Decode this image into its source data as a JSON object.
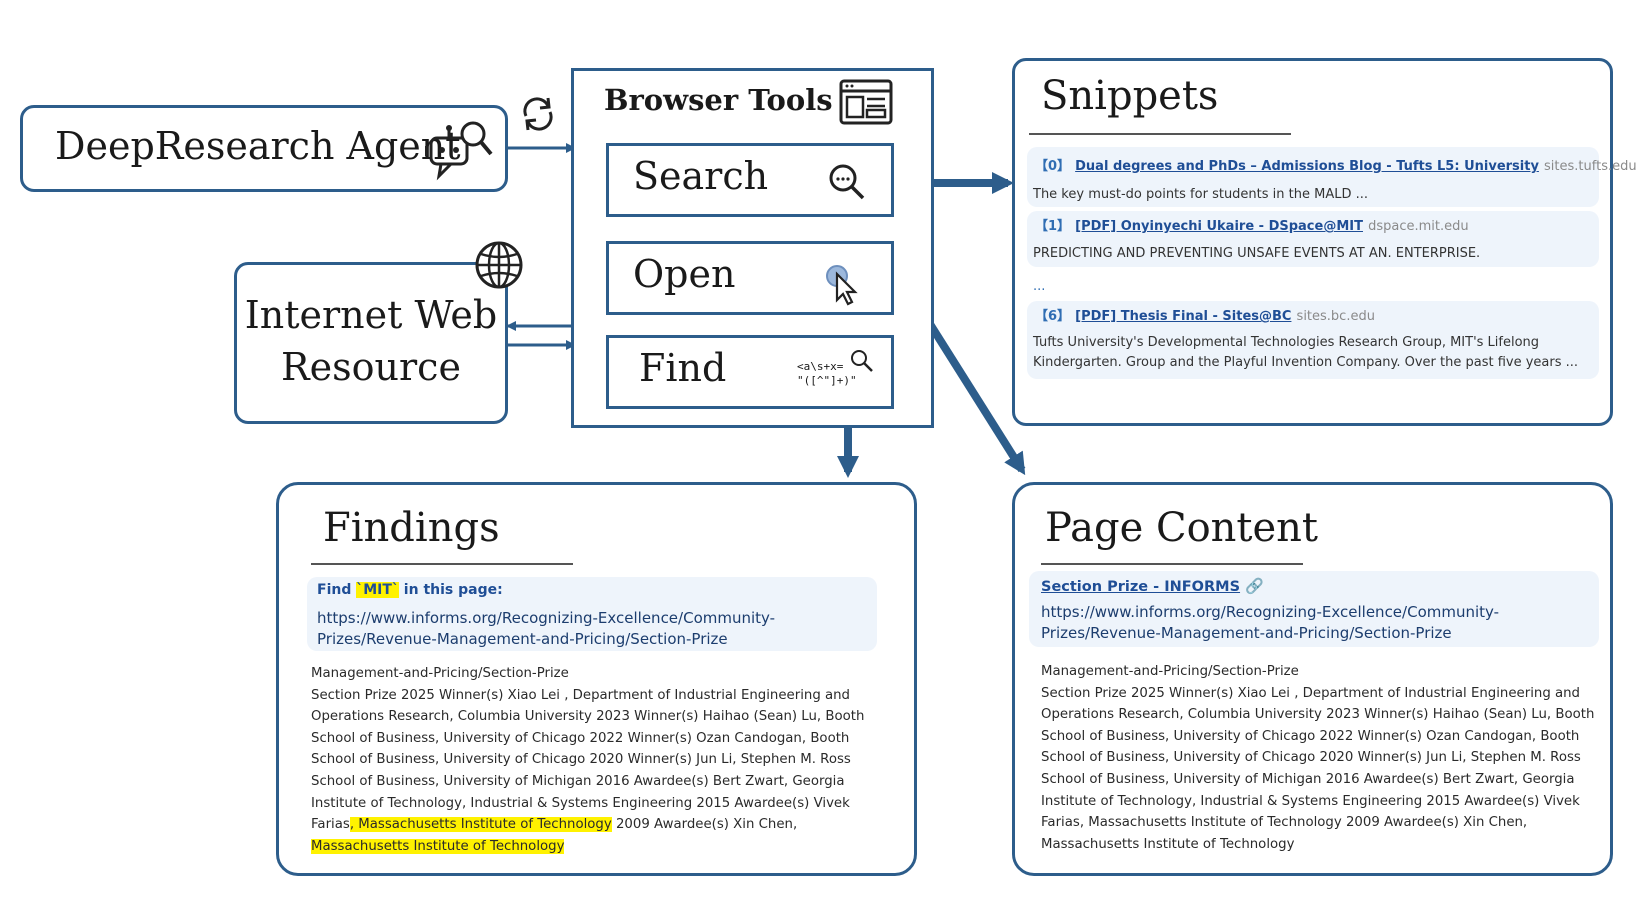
{
  "agent": {
    "label": "DeepResearch Agent"
  },
  "internet": {
    "label_line1": "Internet Web",
    "label_line2": "Resource"
  },
  "browser_tools": {
    "title": "Browser Tools",
    "search": {
      "label": "Search"
    },
    "open": {
      "label": "Open"
    },
    "find": {
      "label": "Find",
      "regex_line1": "<a\\s+x=",
      "regex_line2": "\"([^\"]+)\""
    }
  },
  "snippets": {
    "title": "Snippets",
    "items": [
      {
        "index": "【0】",
        "link": "Dual degrees and PhDs – Admissions Blog - Tufts L5: University",
        "site": "sites.tufts.edu",
        "text": "The key must-do points for students in the MALD ..."
      },
      {
        "index": "【1】",
        "link": "[PDF] Onyinyechi Ukaire - DSpace@MIT",
        "site": "dspace.mit.edu",
        "text": "PREDICTING AND PREVENTING UNSAFE EVENTS AT AN. ENTERPRISE."
      },
      {
        "index": "【6】",
        "link": "[PDF] Thesis Final - Sites@BC",
        "site": "sites.bc.edu",
        "text_line1": "Tufts University's Developmental Technologies Research Group, MIT's Lifelong",
        "text_line2": "Kindergarten. Group and the Playful Invention Company. Over the past five years ..."
      }
    ],
    "ellipsis": "..."
  },
  "findings": {
    "title": "Findings",
    "query_prefix": "Find ",
    "query_term": "`MIT`",
    "query_suffix": " in this page:",
    "url_line1": "https://www.informs.org/Recognizing-Excellence/Community-",
    "url_line2": "Prizes/Revenue-Management-and-Pricing/Section-Prize",
    "lines": [
      "Management-and-Pricing/Section-Prize",
      "Section Prize 2025 Winner(s) Xiao Lei , Department of Industrial Engineering and",
      "Operations Research, Columbia University 2023 Winner(s) Haihao (Sean) Lu, Booth",
      "School of Business, University of Chicago 2022 Winner(s) Ozan Candogan, Booth",
      "School of Business, University of Chicago 2020 Winner(s) Jun Li, Stephen M. Ross",
      "School of Business, University of Michigan 2016 Awardee(s) Bert Zwart, Georgia",
      "Institute of Technology, Industrial & Systems Engineering 2015 Awardee(s) Vivek"
    ],
    "line8_a": "Farias",
    "line8_hl": ", Massachusetts Institute of Technology",
    "line8_b": " 2009 Awardee(s) Xin Chen,",
    "line9_hl": "Massachusetts Institute of Technology"
  },
  "page_content": {
    "title": "Page Content",
    "link": "Section Prize - INFORMS",
    "url_line1": "https://www.informs.org/Recognizing-Excellence/Community-",
    "url_line2": "Prizes/Revenue-Management-and-Pricing/Section-Prize",
    "lines": [
      "Management-and-Pricing/Section-Prize",
      "Section Prize 2025 Winner(s) Xiao Lei , Department of Industrial Engineering and",
      "Operations Research, Columbia University 2023 Winner(s) Haihao (Sean) Lu, Booth",
      "School of Business, University of Chicago 2022 Winner(s) Ozan Candogan, Booth",
      "School of Business, University of Chicago 2020 Winner(s) Jun Li, Stephen M. Ross",
      "School of Business, University of Michigan 2016 Awardee(s) Bert Zwart, Georgia",
      "Institute of Technology, Industrial & Systems Engineering 2015 Awardee(s) Vivek",
      "Farias, Massachusetts Institute of Technology 2009 Awardee(s) Xin Chen,",
      "Massachusetts Institute of Technology"
    ]
  },
  "colors": {
    "accent": "#2d5d8b",
    "highlight": "#fff200",
    "link": "#1f4e96",
    "panel_bg": "#eef4fb"
  }
}
